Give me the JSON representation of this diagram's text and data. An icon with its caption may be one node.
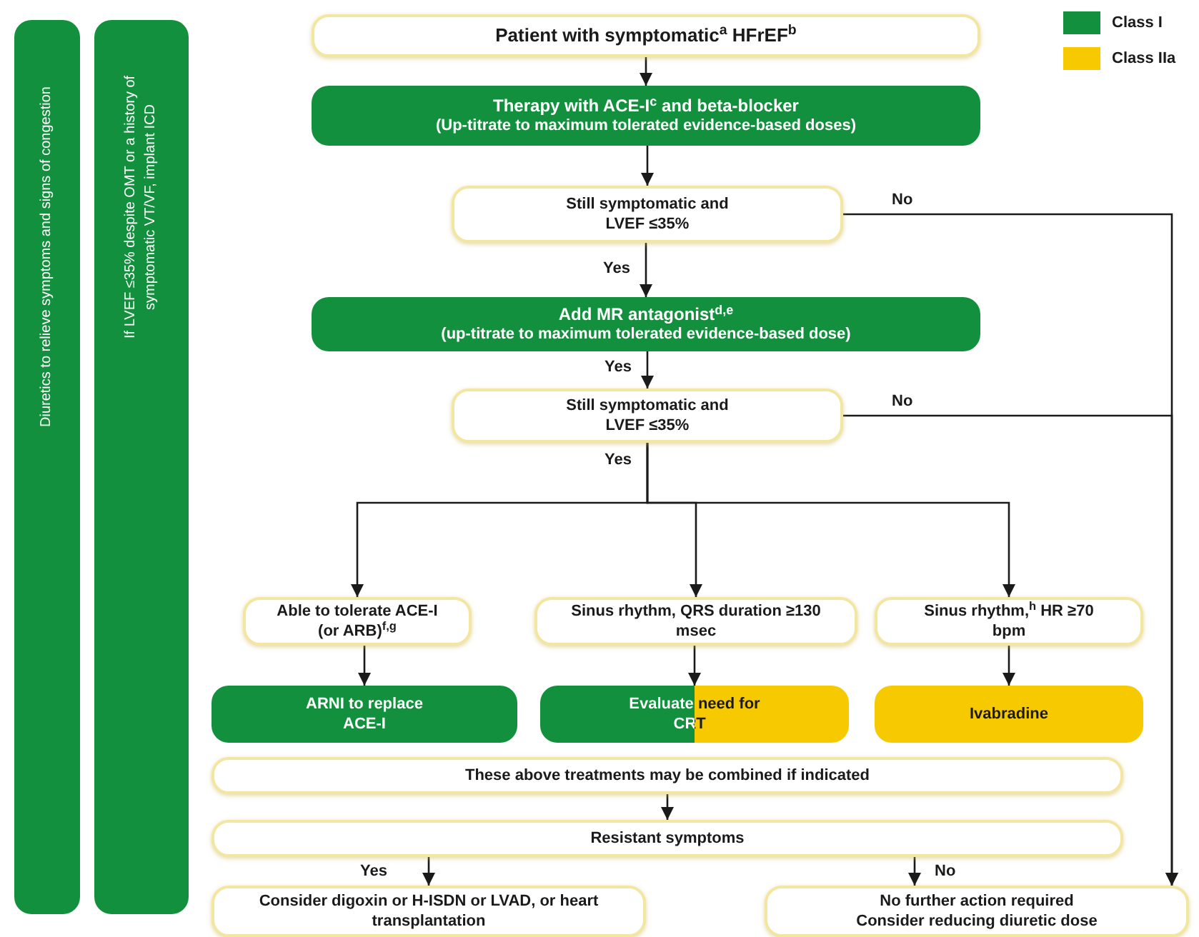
{
  "diagram": {
    "nodes": [
      {
        "text": [
          "Diuretics to relieve symptoms and signs of congestion"
        ]
      },
      {
        "text": [
          "If LVEF ≤35% despite OMT or a history of symptomatic VT/VF, implant ICD"
        ]
      },
      {
        "text": [
          "Patient with symptomatic$^{a}$ HFrEF$^{b}$"
        ]
      },
      {
        "text": [
          "Therapy with ACE-I$^{c}$ and beta-blocker",
          "(Up-titrate to maximum tolerated evidence-based doses)"
        ]
      },
      {
        "text": [
          "Still symptomatic and LVEF ≤35%"
        ]
      },
      {
        "text": [
          "Add MR antagonist$^{d,e}$",
          "(up-titrate to maximum tolerated evidence-based dose)"
        ]
      },
      {
        "text": [
          "Still symptomatic and LVEF ≤35%"
        ]
      },
      {
        "text": [
          "Able to tolerate ACE-I (or ARB)$^{f,g}$"
        ]
      },
      {
        "text": [
          "Sinus rhythm, QRS duration ≥130 msec"
        ]
      },
      {
        "text": [
          "Sinus rhythm,$^{h}$ HR ≥70 bpm"
        ]
      },
      {
        "text": [
          "ARNI to replace ACE-I"
        ]
      },
      {
        "text": [
          "Evaluate need for CRT$^{i,j}$"
        ]
      },
      {
        "text": [
          "Ivabradine"
        ]
      },
      {
        "text": [
          "These above treatments may be combined if indicated"
        ]
      },
      {
        "text": [
          "Resistant symptoms"
        ]
      },
      {
        "text": [
          "Consider digoxin or H-ISDN or LVAD, or heart transplantation"
        ]
      },
      {
        "text": [
          "No further action required",
          "Consider reducing diuretic dose"
        ]
      }
    ],
    "edges": [
      {
        "from": 2,
        "to": 3,
        "arrow": "to"
      },
      {
        "from": 3,
        "to": 4,
        "arrow": "to"
      },
      {
        "from": 4,
        "to": 5,
        "arrow": "to",
        "label": "Yes"
      },
      {
        "from": 5,
        "to": 6,
        "arrow": "to",
        "label": "Yes"
      },
      {
        "from": 4,
        "to": 16,
        "arrow": "to",
        "label": "No"
      },
      {
        "from": 6,
        "to": 16,
        "arrow": "to",
        "label": "No"
      },
      {
        "from": 6,
        "to": 7,
        "arrow": "to"
      },
      {
        "from": 6,
        "to": 8,
        "arrow": "to",
        "label": "Yes"
      },
      {
        "from": 6,
        "to": 9,
        "arrow": "to"
      },
      {
        "from": 7,
        "to": 10,
        "arrow": "to"
      },
      {
        "from": 8,
        "to": 11,
        "arrow": "to"
      },
      {
        "from": 9,
        "to": 12,
        "arrow": "to"
      },
      {
        "from": 13,
        "to": 14,
        "arrow": "to"
      },
      {
        "from": 14,
        "to": 15,
        "arrow": "to",
        "label": "Yes"
      },
      {
        "from": 14,
        "to": 16,
        "arrow": "to",
        "label": "No"
      }
    ],
    "legend": [
      {
        "text": "Class I",
        "color": "#13903d"
      },
      {
        "text": "Class IIa",
        "color": "#f7c900"
      }
    ]
  }
}
